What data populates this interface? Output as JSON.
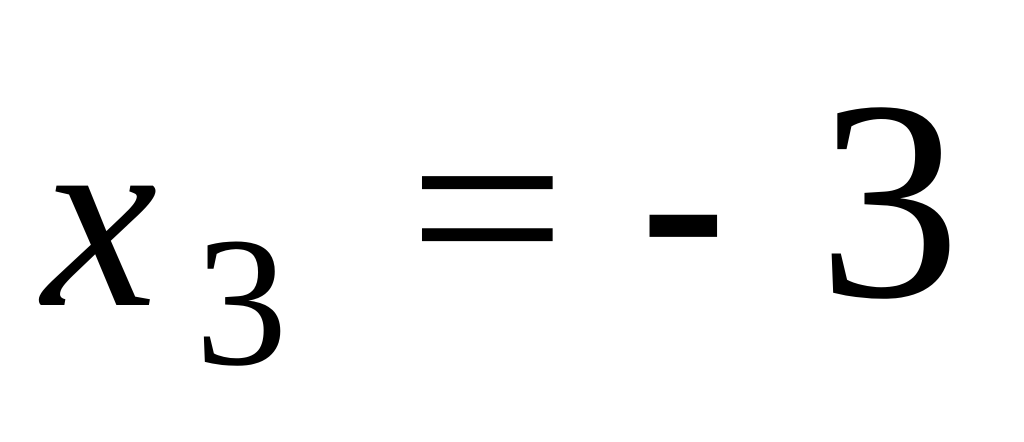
{
  "equation": {
    "variable": "x",
    "subscript": "3",
    "equals": "=",
    "minus": "-",
    "value": "3"
  }
}
